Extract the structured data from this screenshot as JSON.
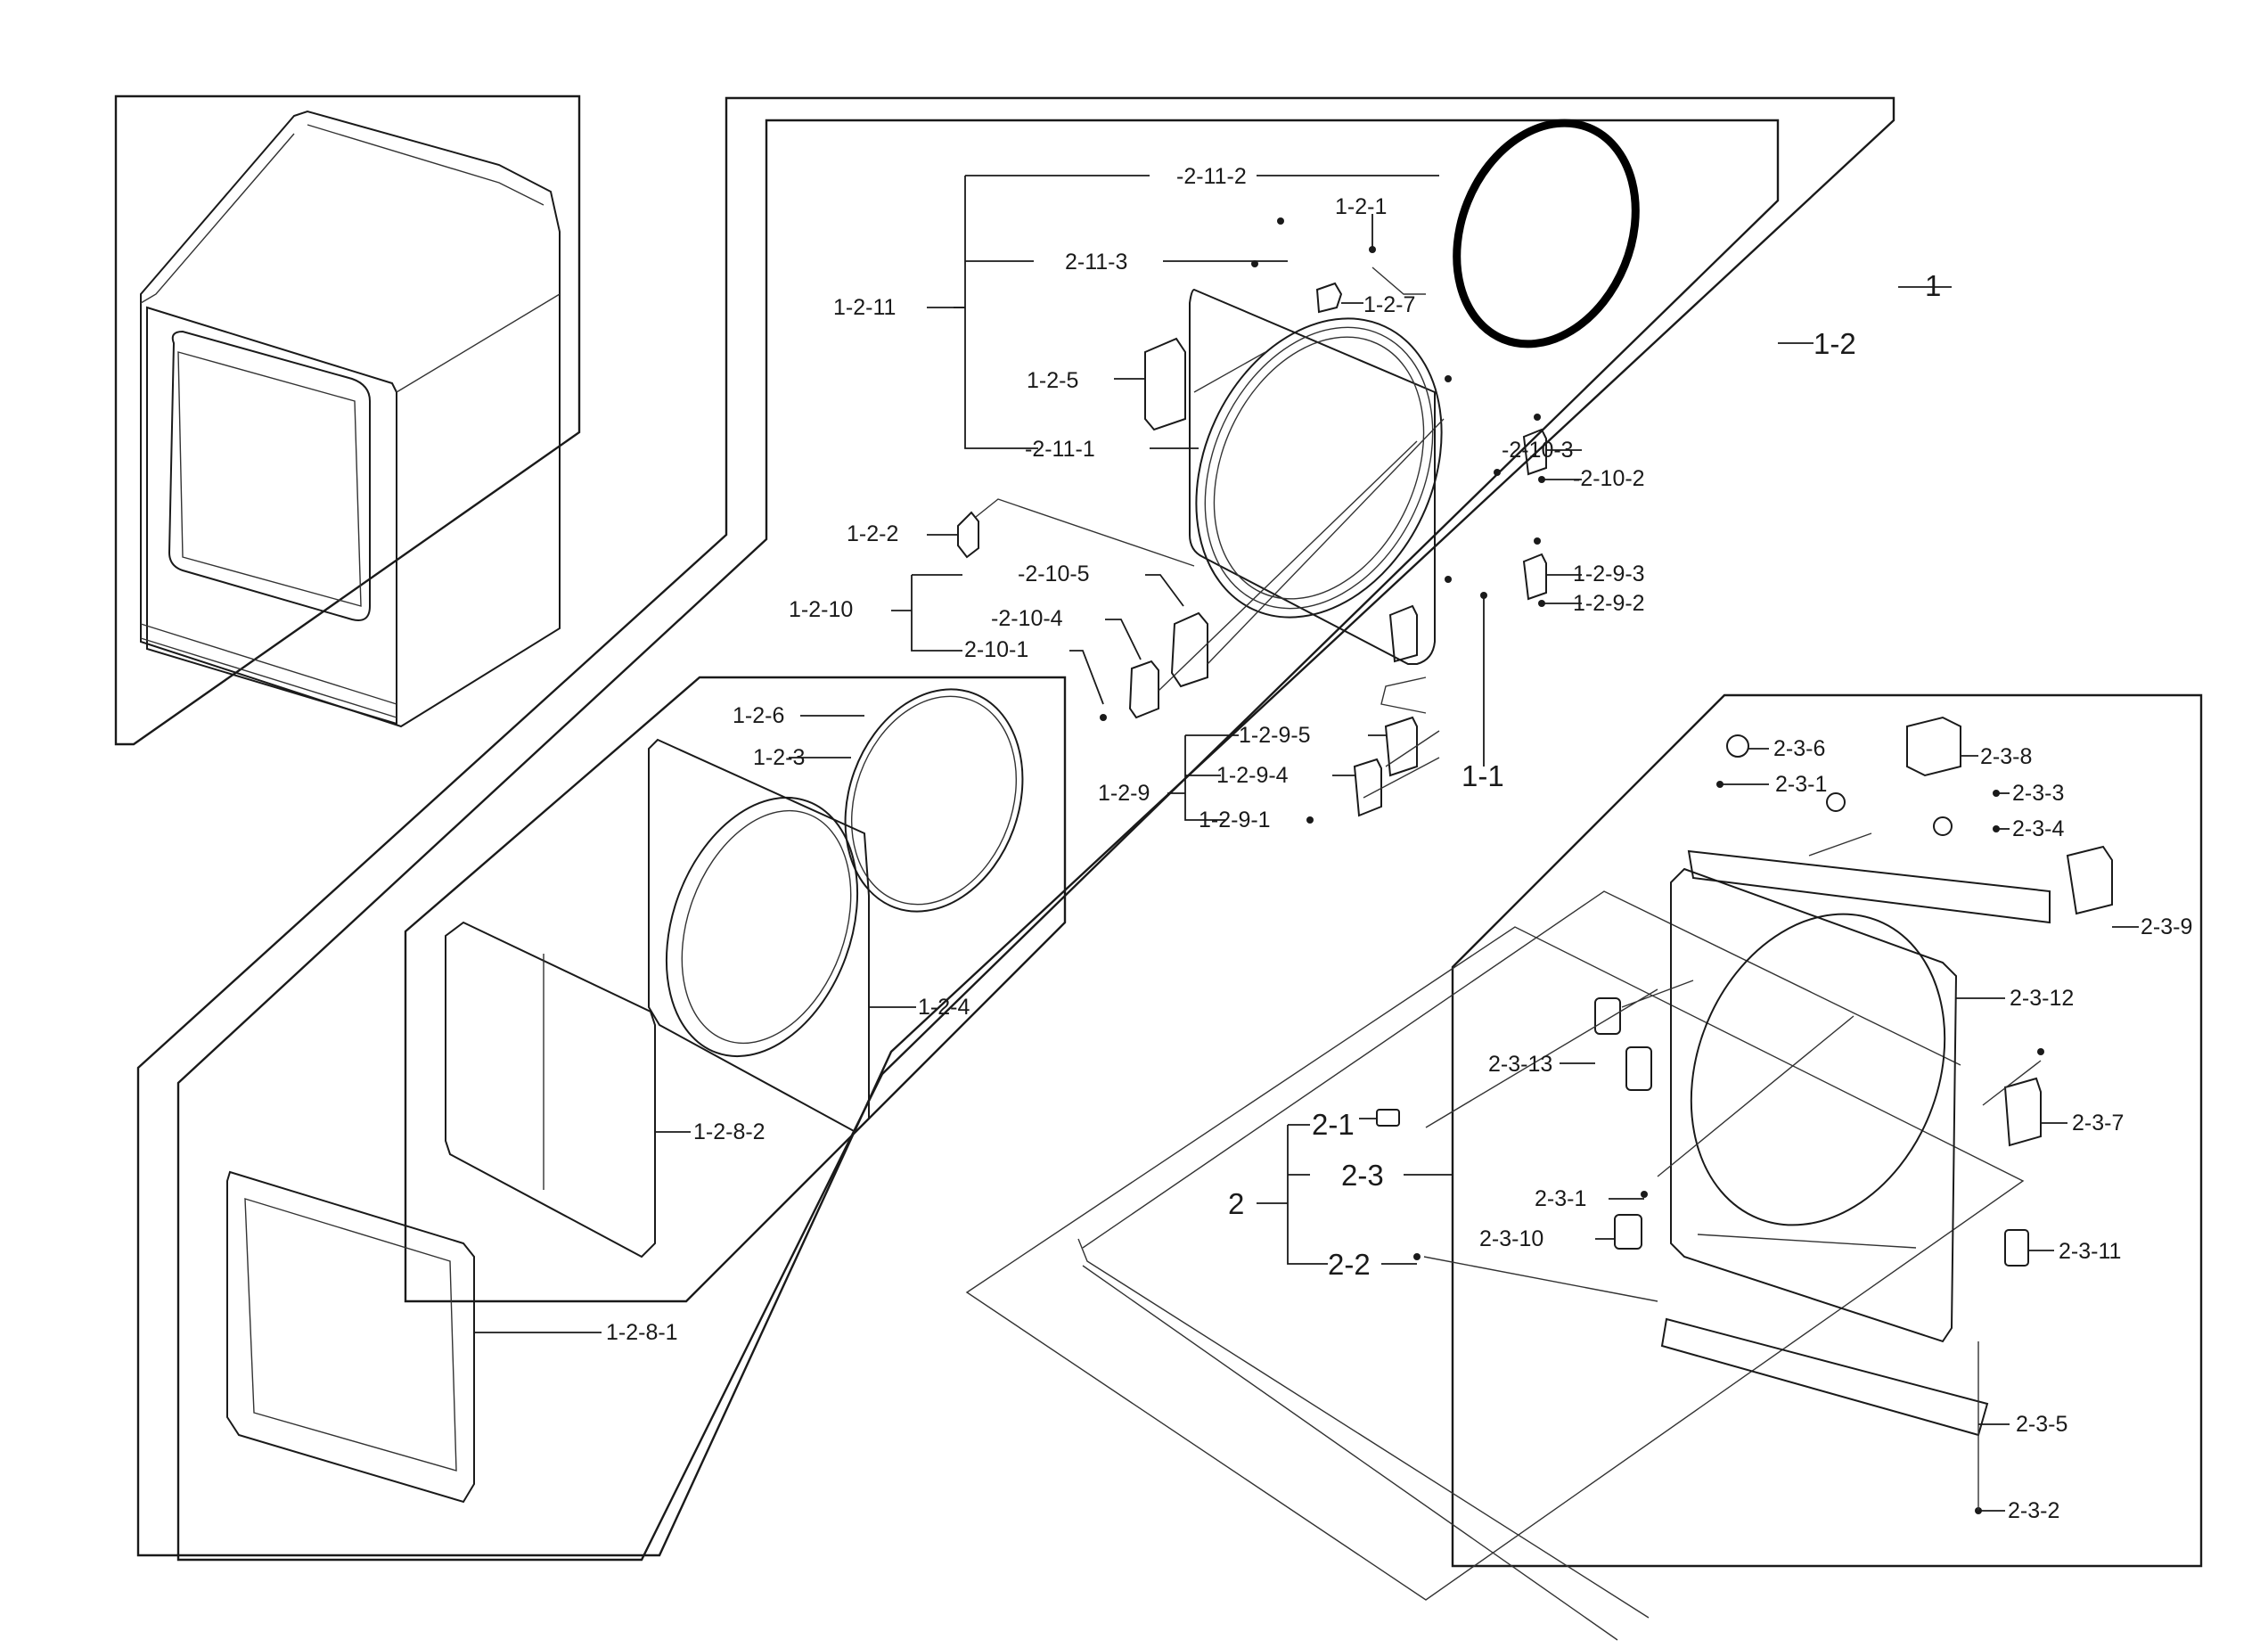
{
  "labels": {
    "l_2_11_2": "-2-11-2",
    "l_1_2_1": "1-2-1",
    "l_2_11_3": "2-11-3",
    "l_1_2_7": "1-2-7",
    "l_1_2_11": "1-2-11",
    "l_1_2_5": "1-2-5",
    "l_2_11_1": "-2-11-1",
    "l_1": "1",
    "l_1_2": "1-2",
    "l_2_10_3": "-2-10-3",
    "l_2_10_2": "-2-10-2",
    "l_1_2_2": "1-2-2",
    "l_2_10_5": "-2-10-5",
    "l_1_2_10": "1-2-10",
    "l_2_10_4": "-2-10-4",
    "l_2_10_1": "2-10-1",
    "l_1_2_9_3": "1-2-9-3",
    "l_1_2_9_2": "1-2-9-2",
    "l_1_2_6": "1-2-6",
    "l_1_2_3": "1-2-3",
    "l_1_2_9_5": "1-2-9-5",
    "l_1_2_9_4": "1-2-9-4",
    "l_1_2_9": "1-2-9",
    "l_1_2_9_1": "1-2-9-1",
    "l_1_1": "1-1",
    "l_1_2_4": "1-2-4",
    "l_1_2_8_2": "1-2-8-2",
    "l_1_2_8_1": "1-2-8-1",
    "l_2_3_6": "2-3-6",
    "l_2_3_8": "2-3-8",
    "l_2_3_1a": "2-3-1",
    "l_2_3_3": "2-3-3",
    "l_2_3_4": "2-3-4",
    "l_2_3_9": "2-3-9",
    "l_2_3_12": "2-3-12",
    "l_2_3_13": "2-3-13",
    "l_2_1": "2-1",
    "l_2_3_7": "2-3-7",
    "l_2_3": "2-3",
    "l_2": "2",
    "l_2_3_1b": "2-3-1",
    "l_2_3_10": "2-3-10",
    "l_2_3_11": "2-3-11",
    "l_2_2": "2-2",
    "l_2_3_5": "2-3-5",
    "l_2_3_2": "2-3-2"
  }
}
